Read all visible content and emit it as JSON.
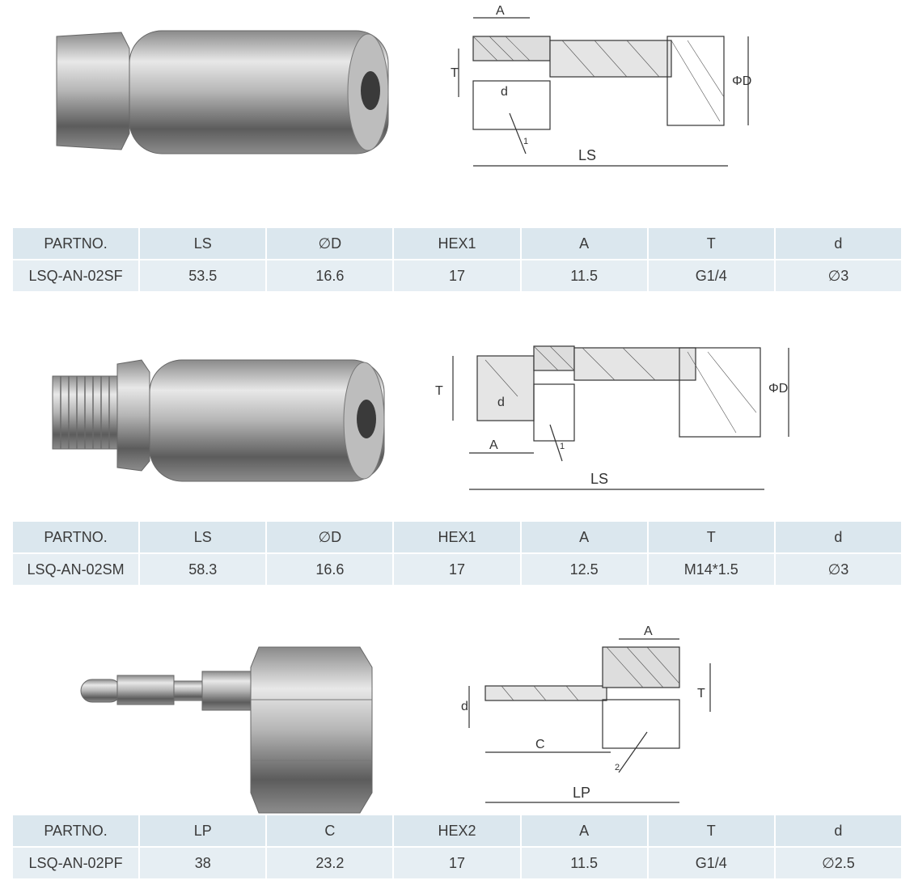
{
  "products": [
    {
      "drawing_labels": {
        "a": "A",
        "t": "T",
        "d": "d",
        "phi_d": "ΦD",
        "len": "LS",
        "angle": "1"
      },
      "headers": [
        "PARTNO.",
        "LS",
        "∅D",
        "HEX1",
        "A",
        "T",
        "d"
      ],
      "values": [
        "LSQ-AN-02SF",
        "53.5",
        "16.6",
        "17",
        "11.5",
        "G1/4",
        "∅3"
      ]
    },
    {
      "drawing_labels": {
        "a": "A",
        "t": "T",
        "d": "d",
        "phi_d": "ΦD",
        "len": "LS",
        "angle": "1"
      },
      "headers": [
        "PARTNO.",
        "LS",
        "∅D",
        "HEX1",
        "A",
        "T",
        "d"
      ],
      "values": [
        "LSQ-AN-02SM",
        "58.3",
        "16.6",
        "17",
        "12.5",
        "M14*1.5",
        "∅3"
      ]
    },
    {
      "drawing_labels": {
        "a": "A",
        "t": "T",
        "d": "d",
        "c": "C",
        "len": "LP",
        "angle": "2"
      },
      "headers": [
        "PARTNO.",
        "LP",
        "C",
        "HEX2",
        "A",
        "T",
        "d"
      ],
      "values": [
        "LSQ-AN-02PF",
        "38",
        "23.2",
        "17",
        "11.5",
        "G1/4",
        "∅2.5"
      ]
    }
  ]
}
